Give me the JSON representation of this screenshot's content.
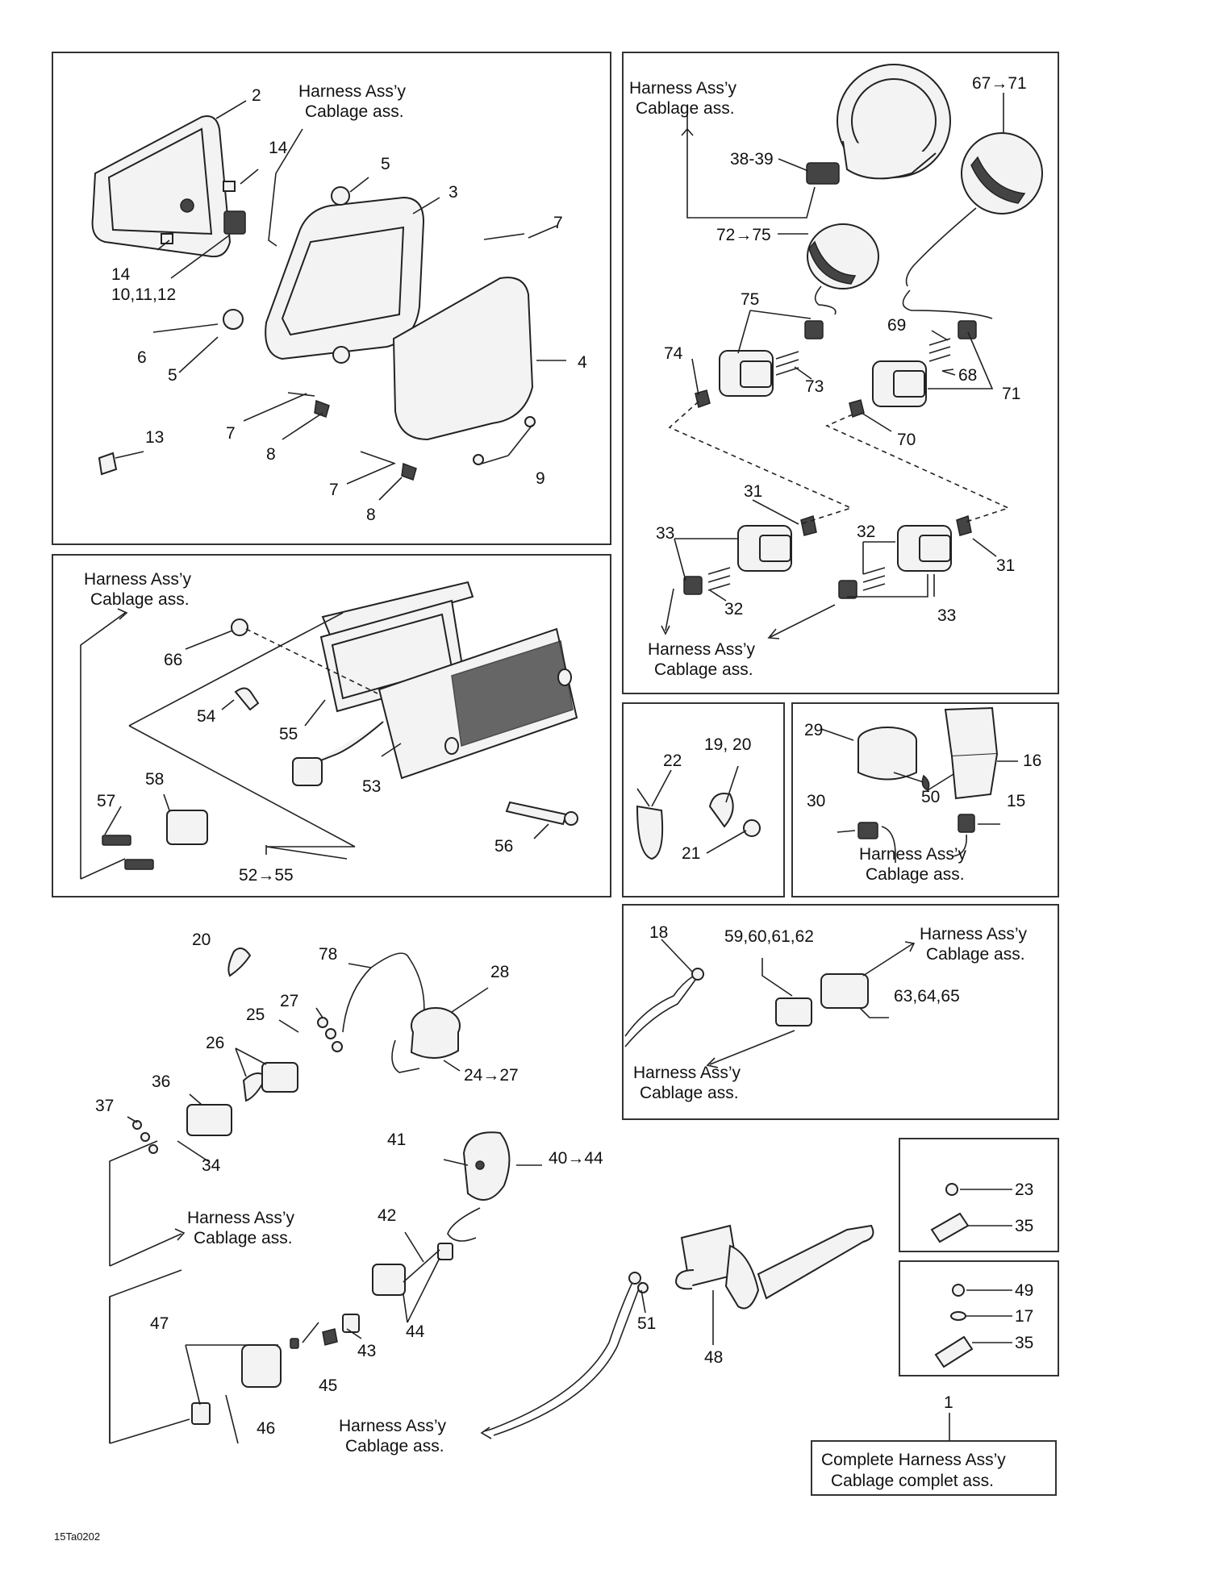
{
  "harness_note": {
    "en": "Harness Ass’y",
    "fr": "Cablage ass."
  },
  "complete_harness": {
    "en": "Complete Harness Ass’y",
    "fr": "Cablage complet ass."
  },
  "figure_code": "15Ta0202",
  "callouts": {
    "c1": "1",
    "c2": "2",
    "c3": "3",
    "c4": "4",
    "c5a": "5",
    "c5b": "5",
    "c6": "6",
    "c7a": "7",
    "c7b": "7",
    "c7c": "7",
    "c8a": "8",
    "c8b": "8",
    "c9": "9",
    "c10_12": "10,11,12",
    "c13": "13",
    "c14a": "14",
    "c14b": "14",
    "c15": "15",
    "c16": "16",
    "c17": "17",
    "c18": "18",
    "c19_20": "19, 20",
    "c20": "20",
    "c21": "21",
    "c22": "22",
    "c23": "23",
    "c24_27": "24→27",
    "c25": "25",
    "c26": "26",
    "c27": "27",
    "c28": "28",
    "c29": "29",
    "c30": "30",
    "c31a": "31",
    "c31b": "31",
    "c32a": "32",
    "c32b": "32",
    "c33a": "33",
    "c33b": "33",
    "c34": "34",
    "c35a": "35",
    "c35b": "35",
    "c36": "36",
    "c37": "37",
    "c38_39": "38-39",
    "c40_44": "40→44",
    "c41": "41",
    "c42": "42",
    "c43": "43",
    "c44": "44",
    "c45": "45",
    "c46": "46",
    "c47": "47",
    "c48": "48",
    "c49": "49",
    "c50": "50",
    "c51": "51",
    "c52_55": "52→55",
    "c53": "53",
    "c54": "54",
    "c55": "55",
    "c56": "56",
    "c57": "57",
    "c58": "58",
    "c59_62": "59,60,61,62",
    "c63_65": "63,64,65",
    "c66": "66",
    "c67_71": "67→71",
    "c68": "68",
    "c69": "69",
    "c70": "70",
    "c71": "71",
    "c72_75": "72→75",
    "c73": "73",
    "c74": "74",
    "c75": "75",
    "c78": "78"
  }
}
